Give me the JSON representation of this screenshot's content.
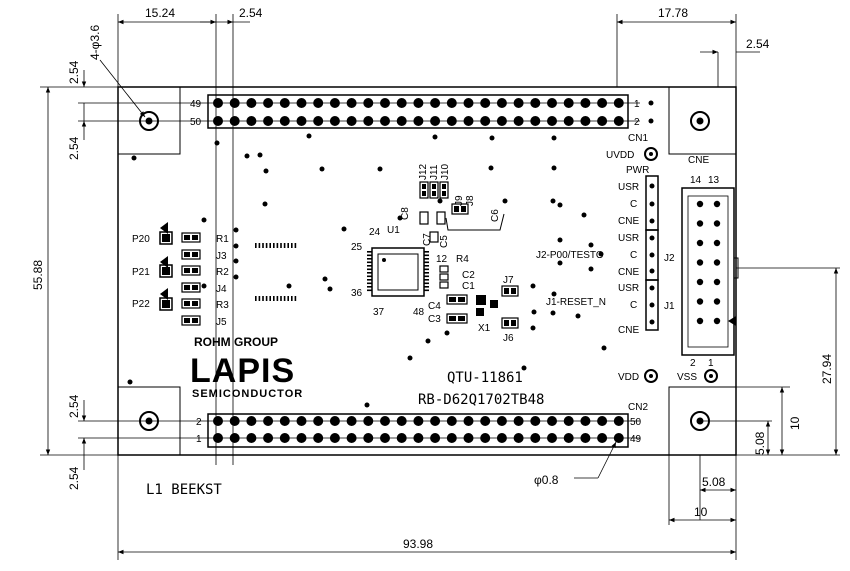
{
  "dimensions": {
    "d_15_24": "15.24",
    "d_2_54_top": "2.54",
    "d_17_78": "17.78",
    "d_2_54_right": "2.54",
    "d_2_54_l1": "2.54",
    "d_2_54_l2": "2.54",
    "d_55_88": "55.88",
    "d_2_54_l3": "2.54",
    "d_2_54_l4": "2.54",
    "d_27_94": "27.94",
    "d_10_r": "10",
    "d_5_08_r": "5.08",
    "d_5_08_b": "5.08",
    "d_10_b": "10",
    "d_93_98": "93.98",
    "hole_note": "4-φ3.6",
    "pin_note": "φ0.8"
  },
  "connectors": {
    "cn1": "CN1",
    "cn2": "CN2",
    "cne": "CNE",
    "cn1_p49": "49",
    "cn1_p50": "50",
    "cn1_p1": "1",
    "cn1_p2": "2",
    "cn2_p2": "2",
    "cn2_p1": "1",
    "cn2_p50": "50",
    "cn2_p49": "49",
    "cne_p14": "14",
    "cne_p13": "13",
    "cne_p2": "2",
    "cne_p1": "1"
  },
  "labels": {
    "uvdd": "UVDD",
    "pwr": "PWR",
    "vdd": "VDD",
    "vss": "VSS",
    "j2_label": "J2",
    "j1_label": "J1",
    "j2_p00": "J2-P00/TESTO",
    "j1_reset": "J1-RESET_N",
    "usr1": "USR",
    "c1": "C",
    "cne1": "CNE",
    "usr2": "USR",
    "c2": "C",
    "cne2": "CNE",
    "usr3": "USR",
    "c3": "C",
    "cne3": "CNE",
    "p20": "P20",
    "p21": "P21",
    "p22": "P22",
    "r1": "R1",
    "j3": "J3",
    "r2": "R2",
    "j4": "J4",
    "r3": "R3",
    "j5": "J5",
    "u1": "U1",
    "n24": "24",
    "n25": "25",
    "n36": "36",
    "n37": "37",
    "n48": "48",
    "n12": "12",
    "r4": "R4",
    "c2b": "C2",
    "c1b": "C1",
    "c4": "C4",
    "c3b": "C3",
    "x1": "X1",
    "j7": "J7",
    "j6": "J6",
    "c5": "C5",
    "c7": "C7",
    "c8": "C8",
    "c6": "C6",
    "j8": "J8",
    "j9": "J9",
    "j10": "J10",
    "j11": "J11",
    "j12": "J12",
    "rohm": "ROHM GROUP",
    "lapis": "LAPIS",
    "semi": "SEMICONDUCTOR",
    "board_id": "QTU-11861",
    "board_name": "RB-D62Q1702TB48",
    "l1_text": "L1 BEEKST"
  }
}
